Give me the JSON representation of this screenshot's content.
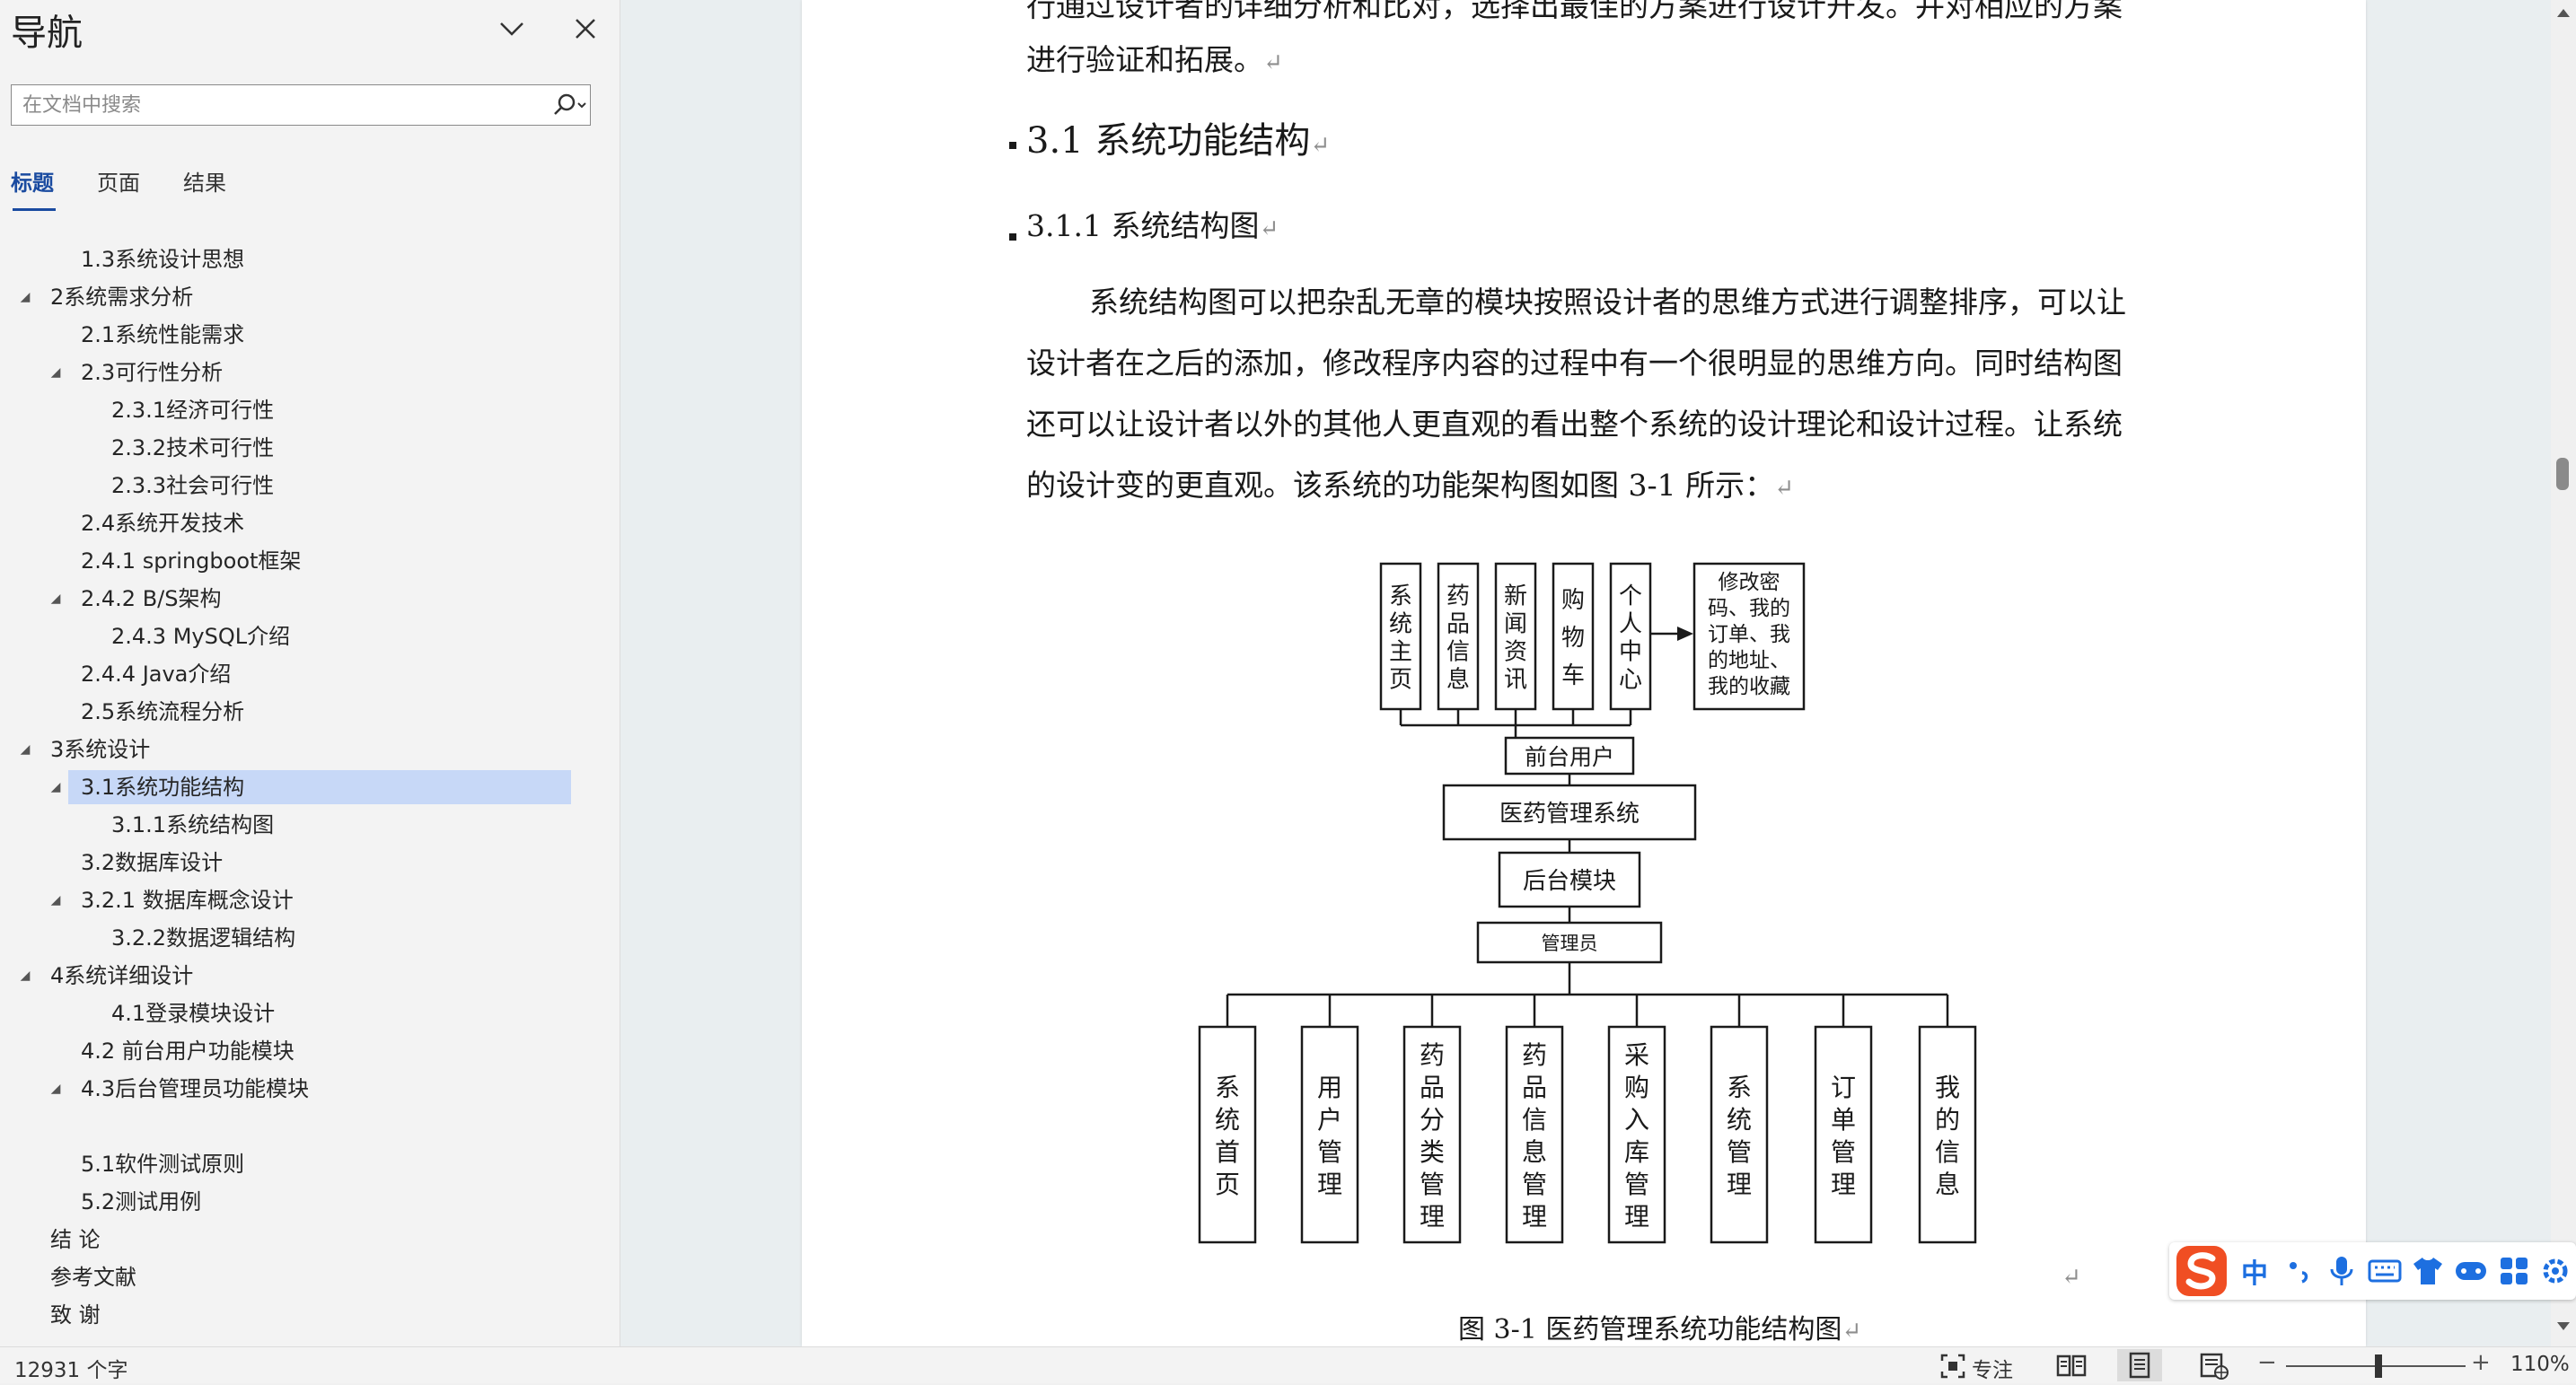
{
  "nav": {
    "title": "导航",
    "search_placeholder": "在文档中搜索",
    "tabs": [
      {
        "label": "标题",
        "active": true
      },
      {
        "label": "页面",
        "active": false
      },
      {
        "label": "结果",
        "active": false
      }
    ],
    "tree": [
      {
        "label": "1.3系统设计思想",
        "level": 2,
        "expanded": null,
        "selected": false
      },
      {
        "label": "2系统需求分析",
        "level": 1,
        "expanded": true,
        "selected": false
      },
      {
        "label": "2.1系统性能需求",
        "level": 2,
        "expanded": null,
        "selected": false
      },
      {
        "label": "2.3可行性分析",
        "level": 2,
        "expanded": true,
        "selected": false
      },
      {
        "label": "2.3.1经济可行性",
        "level": 3,
        "expanded": null,
        "selected": false
      },
      {
        "label": "2.3.2技术可行性",
        "level": 3,
        "expanded": null,
        "selected": false
      },
      {
        "label": "2.3.3社会可行性",
        "level": 3,
        "expanded": null,
        "selected": false
      },
      {
        "label": "2.4系统开发技术",
        "level": 2,
        "expanded": null,
        "selected": false
      },
      {
        "label": "2.4.1 springboot框架",
        "level": 2,
        "expanded": null,
        "selected": false
      },
      {
        "label": "2.4.2 B/S架构",
        "level": 2,
        "expanded": true,
        "selected": false
      },
      {
        "label": "2.4.3 MySQL介绍",
        "level": 3,
        "expanded": null,
        "selected": false
      },
      {
        "label": "2.4.4 Java介绍",
        "level": 2,
        "expanded": null,
        "selected": false
      },
      {
        "label": "2.5系统流程分析",
        "level": 2,
        "expanded": null,
        "selected": false
      },
      {
        "label": "3系统设计",
        "level": 1,
        "expanded": true,
        "selected": false
      },
      {
        "label": "3.1系统功能结构",
        "level": 2,
        "expanded": true,
        "selected": true
      },
      {
        "label": "3.1.1系统结构图",
        "level": 3,
        "expanded": null,
        "selected": false
      },
      {
        "label": "3.2数据库设计",
        "level": 2,
        "expanded": null,
        "selected": false
      },
      {
        "label": "3.2.1 数据库概念设计",
        "level": 2,
        "expanded": true,
        "selected": false
      },
      {
        "label": "3.2.2数据逻辑结构",
        "level": 3,
        "expanded": null,
        "selected": false
      },
      {
        "label": "4系统详细设计",
        "level": 1,
        "expanded": true,
        "selected": false
      },
      {
        "label": "4.1登录模块设计",
        "level": 3,
        "expanded": null,
        "selected": false
      },
      {
        "label": "4.2 前台用户功能模块",
        "level": 2,
        "expanded": null,
        "selected": false
      },
      {
        "label": "4.3后台管理员功能模块",
        "level": 2,
        "expanded": true,
        "selected": false
      },
      {
        "label": "",
        "level": 2,
        "expanded": null,
        "selected": false
      },
      {
        "label": "5.1软件测试原则",
        "level": 2,
        "expanded": null,
        "selected": false
      },
      {
        "label": "5.2测试用例",
        "level": 2,
        "expanded": null,
        "selected": false
      },
      {
        "label": "结  论",
        "level": 1,
        "expanded": null,
        "selected": false
      },
      {
        "label": "参考文献",
        "level": 1,
        "expanded": null,
        "selected": false
      },
      {
        "label": "致  谢",
        "level": 1,
        "expanded": null,
        "selected": false
      }
    ]
  },
  "document": {
    "top_partial_line": "行通过设计者的详细分析和比对，选择出最佳的方案进行设计开发。并对相应的方案",
    "top_line_2": "进行验证和拓展。",
    "heading_2": "3.1 系统功能结构",
    "heading_3": "3.1.1 系统结构图",
    "paragraph_lines": [
      "系统结构图可以把杂乱无章的模块按照设计者的思维方式进行调整排序，可以让",
      "设计者在之后的添加，修改程序内容的过程中有一个很明显的思维方向。同时结构图",
      "还可以让设计者以外的其他人更直观的看出整个系统的设计理论和设计过程。让系统",
      "的设计变的更直观。该系统的功能架构图如图 3-1 所示："
    ],
    "paragraph_mark": "↵",
    "caption": "图 3-1  医药管理系统功能结构图"
  },
  "diagram": {
    "front_modules": [
      "系统主页",
      "药品信息",
      "新闻资讯",
      "购物车",
      "个人中心"
    ],
    "personal_center_detail": [
      "修改密",
      "码、我的",
      "订单、我",
      "的地址、",
      "我的收藏"
    ],
    "front_user": "前台用户",
    "system": "医药管理系统",
    "backend": "后台模块",
    "admin": "管理员",
    "back_modules": [
      "系统首页",
      "用户管理",
      "药品分类管理",
      "药品信息管理",
      "采购入库管理",
      "系统管理",
      "订单管理",
      "我的信息"
    ]
  },
  "ime": {
    "mode": "中",
    "icons": [
      "punctuation-icon",
      "microphone-icon",
      "keyboard-icon",
      "skin-icon",
      "game-icon",
      "toolbox-icon",
      "settings-icon"
    ]
  },
  "status": {
    "word_count": "12931 个字",
    "focus_label": "专注",
    "zoom_minus": "−",
    "zoom_plus": "+",
    "zoom_percent": 110,
    "zoom": "110%"
  },
  "colors": {
    "accent": "#1a4ba0",
    "selection": "#c7d8f7",
    "ime_red": "#f04e23",
    "ime_blue": "#1d6fe0"
  }
}
